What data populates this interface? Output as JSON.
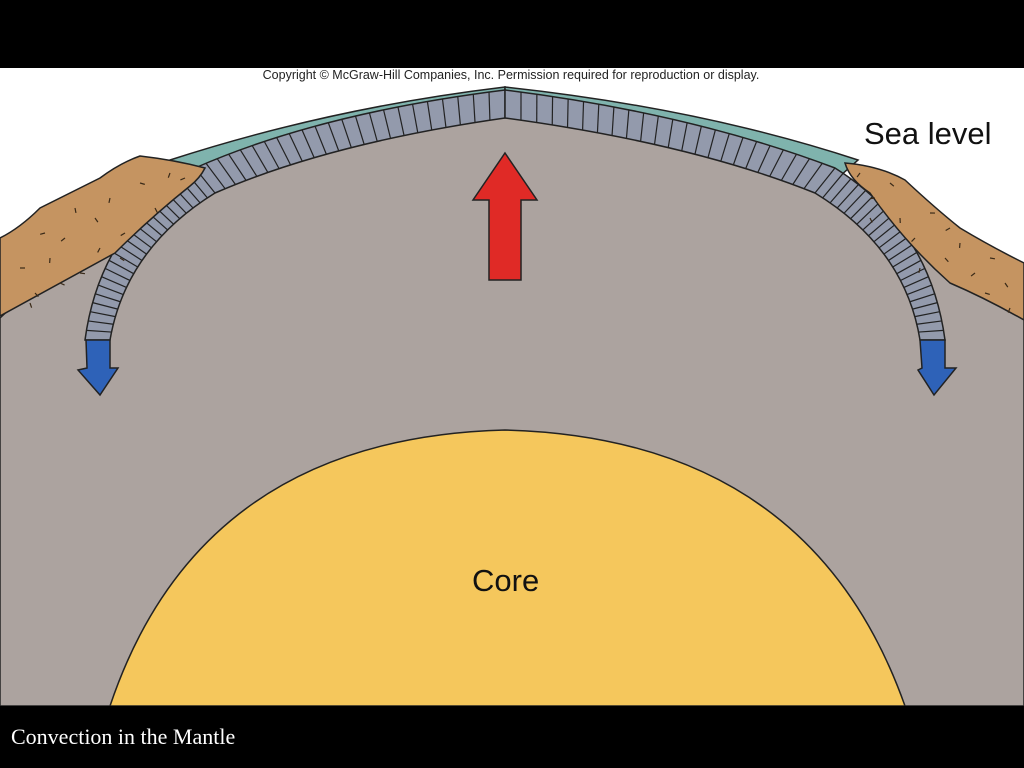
{
  "figure": {
    "copyright": "Copyright © McGraw-Hill Companies, Inc. Permission required for reproduction or display.",
    "labels": {
      "sea_level": "Sea level",
      "core": "Core"
    }
  },
  "caption": "Convection in the Mantle",
  "colors": {
    "mantle": "#aca39f",
    "core": "#f5c75c",
    "ocean": "#7fb3ad",
    "continent": "#c59461",
    "plate": "#939aac",
    "upwelling_arrow": "#e02a26",
    "subduction_arrow": "#2e62b8"
  }
}
